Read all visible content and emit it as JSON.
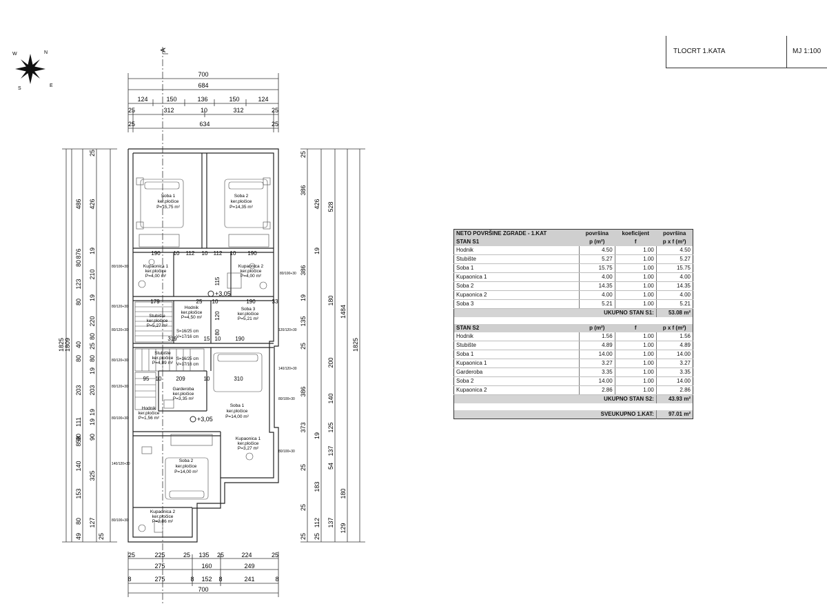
{
  "title_block": {
    "drawing_name": "TLOCRT 1.KATA",
    "scale": "MJ 1:100"
  },
  "north_arrow": {
    "letters": [
      "N",
      "E",
      "S",
      "W"
    ],
    "icon": "compass-rose-icon"
  },
  "section_marker": "A",
  "dims_top": {
    "row1": [
      "700"
    ],
    "row2": [
      "684"
    ],
    "row3": [
      "124",
      "150",
      "136",
      "150",
      "124"
    ],
    "row4": [
      "25",
      "312",
      "10",
      "312",
      "25"
    ],
    "row5": [
      "25",
      "634",
      "25"
    ]
  },
  "dims_bottom": {
    "row1": [
      "25",
      "225",
      "25",
      "135",
      "25",
      "224",
      "25"
    ],
    "row2": [
      "275",
      "160",
      "249"
    ],
    "row3": [
      "8",
      "275",
      "8",
      "152",
      "8",
      "241",
      "8"
    ],
    "row4": [
      "700"
    ]
  },
  "dims_left": {
    "outer": [
      "1825"
    ],
    "mid": [
      "1809"
    ],
    "col3": [
      "876",
      "858"
    ],
    "col4": [
      "486",
      "80",
      "123",
      "80",
      "220",
      "40",
      "80",
      "203",
      "111",
      "90",
      "140",
      "153",
      "80",
      "49"
    ],
    "col5": [
      "25",
      "426",
      "19",
      "210",
      "19",
      "80",
      "25",
      "19",
      "80",
      "19",
      "203",
      "19",
      "90",
      "325",
      "127",
      "25"
    ]
  },
  "dims_right": {
    "outer": [
      "1825"
    ],
    "col2": [
      "528",
      "1484",
      "180",
      "129"
    ],
    "col3": [
      "426",
      "19",
      "180",
      "200",
      "140",
      "125",
      "137",
      "54",
      "183",
      "112",
      "137"
    ],
    "col4": [
      "25",
      "386",
      "386",
      "19",
      "135",
      "25",
      "386",
      "373",
      "19",
      "25",
      "25",
      "25",
      "25"
    ]
  },
  "rooms": [
    {
      "name": "Soba 1",
      "floor": "ker.pločice",
      "area": "P=15,75 m²"
    },
    {
      "name": "Soba 2",
      "floor": "ker.pločice",
      "area": "P=14,35 m²"
    },
    {
      "name": "Kupaonica 1",
      "floor": "ker.pločice",
      "area": "P=4,00 m²"
    },
    {
      "name": "Kupaonica 2",
      "floor": "ker.pločice",
      "area": "P=4,00 m²"
    },
    {
      "name": "Soba 3",
      "floor": "ker.pločice",
      "area": "P=5,21 m²"
    },
    {
      "name": "Stubište",
      "floor": "ker.pločice",
      "area": "P=5,27 m²"
    },
    {
      "name": "Hodnik",
      "floor": "ker.pločice",
      "area": "P=4,50 m²"
    },
    {
      "name": "Stubište",
      "floor": "ker.pločice",
      "area": "P=4,89 m²"
    },
    {
      "name": "Garderoba",
      "floor": "ker.pločice",
      "area": "P=3,35 m²"
    },
    {
      "name": "Soba 1",
      "floor": "ker.pločice",
      "area": "P=14,00 m²"
    },
    {
      "name": "Hodnik",
      "floor": "ker.pločice",
      "area": "P=1,56 m²"
    },
    {
      "name": "Kupaonica 1",
      "floor": "ker.pločice",
      "area": "P=3,27 m²"
    },
    {
      "name": "Soba 2",
      "floor": "ker.pločice",
      "area": "P=14,00 m²"
    },
    {
      "name": "Kupaonica 2",
      "floor": "ker.pločice",
      "area": "P=2,86 m²"
    }
  ],
  "interior_dims": [
    "190",
    "10",
    "112",
    "10",
    "112",
    "10",
    "190",
    "179",
    "25",
    "10",
    "190",
    "33",
    "319",
    "15",
    "10",
    "190",
    "95",
    "10",
    "209",
    "10",
    "310",
    "115",
    "120",
    "80"
  ],
  "levels": [
    "+3,05",
    "+3,05"
  ],
  "stairs": [
    "S=16/25 cm",
    "V=17/16 cm",
    "S=16/25 cm",
    "V=17/16 cm"
  ],
  "openings": [
    "80/100+30",
    "80/120+30",
    "120/120+30",
    "80/100+30",
    "80/120+30",
    "80/120+30",
    "80/120+30",
    "80/100+30",
    "140/120+30",
    "80/100+30",
    "80/100+30",
    "80/100+30",
    "140/120+30"
  ],
  "area_table": {
    "title": "NETO POVRŠINE ZGRADE - 1.KAT",
    "col_labels": [
      "površina",
      "koeficijent",
      "površina"
    ],
    "col_units": [
      "p (m²)",
      "f",
      "p x f (m²)"
    ],
    "sections": [
      {
        "name": "STAN S1",
        "rows": [
          [
            "Hodnik",
            "4.50",
            "1.00",
            "4.50"
          ],
          [
            "Stubište",
            "5.27",
            "1.00",
            "5.27"
          ],
          [
            "Soba 1",
            "15.75",
            "1.00",
            "15.75"
          ],
          [
            "Kupaonica 1",
            "4.00",
            "1.00",
            "4.00"
          ],
          [
            "Soba 2",
            "14.35",
            "1.00",
            "14.35"
          ],
          [
            "Kupaonica 2",
            "4.00",
            "1.00",
            "4.00"
          ],
          [
            "Soba 3",
            "5.21",
            "1.00",
            "5.21"
          ]
        ],
        "total_label": "UKUPNO STAN S1:",
        "total_value": "53.08 m²"
      },
      {
        "name": "STAN S2",
        "rows": [
          [
            "Hodnik",
            "1.56",
            "1.00",
            "1.56"
          ],
          [
            "Stubište",
            "4.89",
            "1.00",
            "4.89"
          ],
          [
            "Soba 1",
            "14.00",
            "1.00",
            "14.00"
          ],
          [
            "Kupaonica 1",
            "3.27",
            "1.00",
            "3.27"
          ],
          [
            "Garderoba",
            "3.35",
            "1.00",
            "3.35"
          ],
          [
            "Soba 2",
            "14.00",
            "1.00",
            "14.00"
          ],
          [
            "Kupaonica 2",
            "2.86",
            "1.00",
            "2.86"
          ]
        ],
        "total_label": "UKUPNO STAN S2:",
        "total_value": "43.93 m²"
      }
    ],
    "grand_total_label": "SVEUKUPNO 1.KAT:",
    "grand_total_value": "97.01 m²"
  }
}
